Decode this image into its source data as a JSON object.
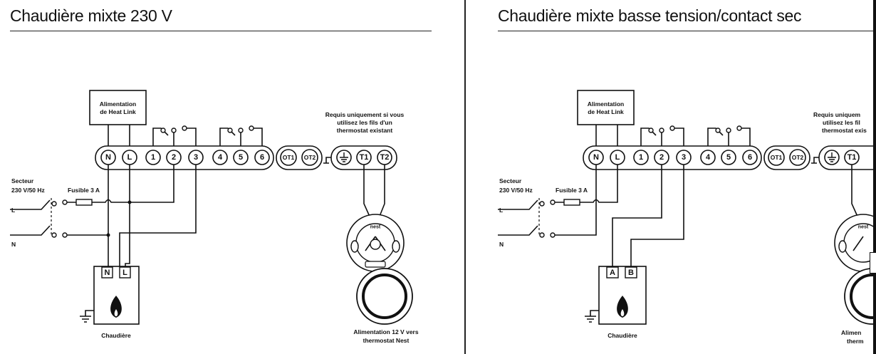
{
  "diagrams": [
    {
      "title": "Chaudière mixte 230 V",
      "power_box": [
        "Alimentation",
        "de Heat Link"
      ],
      "terminals": [
        "N",
        "L",
        "1",
        "2",
        "3",
        "4",
        "5",
        "6"
      ],
      "ot_terminals": [
        "OT1",
        "OT2"
      ],
      "thermostat_terminals": [
        "T1",
        "T2"
      ],
      "thermostat_note": [
        "Requis uniquement si vous",
        "utilisez les fils d'un",
        "thermostat existant"
      ],
      "mains": [
        "Secteur",
        "230 V/50 Hz"
      ],
      "fuse": "Fusible 3 A",
      "line_l": "L",
      "line_n": "N",
      "boiler_terminals": [
        "N",
        "L"
      ],
      "boiler_label": "Chaudière",
      "nest_brand": "nest",
      "nest_supply": [
        "Alimentation 12 V vers",
        "thermostat Nest"
      ]
    },
    {
      "title": "Chaudière mixte basse tension/contact sec",
      "power_box": [
        "Alimentation",
        "de Heat Link"
      ],
      "terminals": [
        "N",
        "L",
        "1",
        "2",
        "3",
        "4",
        "5",
        "6"
      ],
      "ot_terminals": [
        "OT1",
        "OT2"
      ],
      "thermostat_terminals": [
        "T1"
      ],
      "thermostat_note": [
        "Requis uniquem",
        "utilisez les fil",
        "thermostat exis"
      ],
      "mains": [
        "Secteur",
        "230 V/50 Hz"
      ],
      "fuse": "Fusible 3 A",
      "line_l": "L",
      "line_n": "N",
      "boiler_terminals": [
        "A",
        "B"
      ],
      "boiler_label": "Chaudière",
      "nest_brand": "nest",
      "nest_supply": [
        "Alimen",
        "therm"
      ]
    }
  ]
}
